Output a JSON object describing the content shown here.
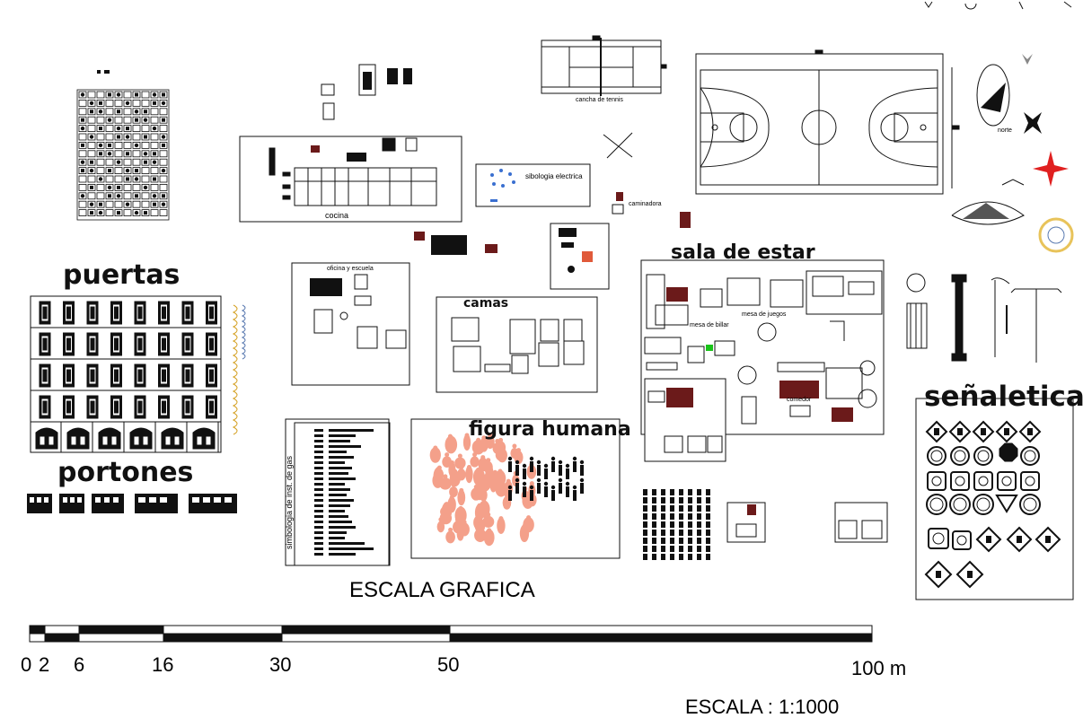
{
  "labels": {
    "puertas": "puertas",
    "portones": "portones",
    "cocina": "cocina",
    "oficina": "oficina y escuela",
    "camas": "camas",
    "figura_humana": "figura humana",
    "sala_estar": "sala de estar",
    "mesa_billar": "mesa de billar",
    "mesa_juegos": "mesa de juegos",
    "comedor": "comedor",
    "senaletica": "señaletica",
    "simbologia_electrica": "sibologia electrica",
    "simbologia_gas": "simbologia de inst. de gas",
    "cancha_tennis": "cancha de tennis",
    "caminadora": "caminadora",
    "norte": "norte"
  },
  "scale": {
    "title": "ESCALA GRAFICA",
    "ticks": [
      "0",
      "2",
      "6",
      "16",
      "30",
      "50",
      "100 m"
    ],
    "footer": "ESCALA : 1:1000"
  },
  "colors": {
    "ink": "#111111",
    "human_figures": "#f4a08a",
    "dark_red": "#6b1a1a",
    "compass_red": "#e02020",
    "compass_gold": "#e8c35a",
    "electric_blue": "#3a6fd0",
    "highlight_green": "#19c419"
  }
}
